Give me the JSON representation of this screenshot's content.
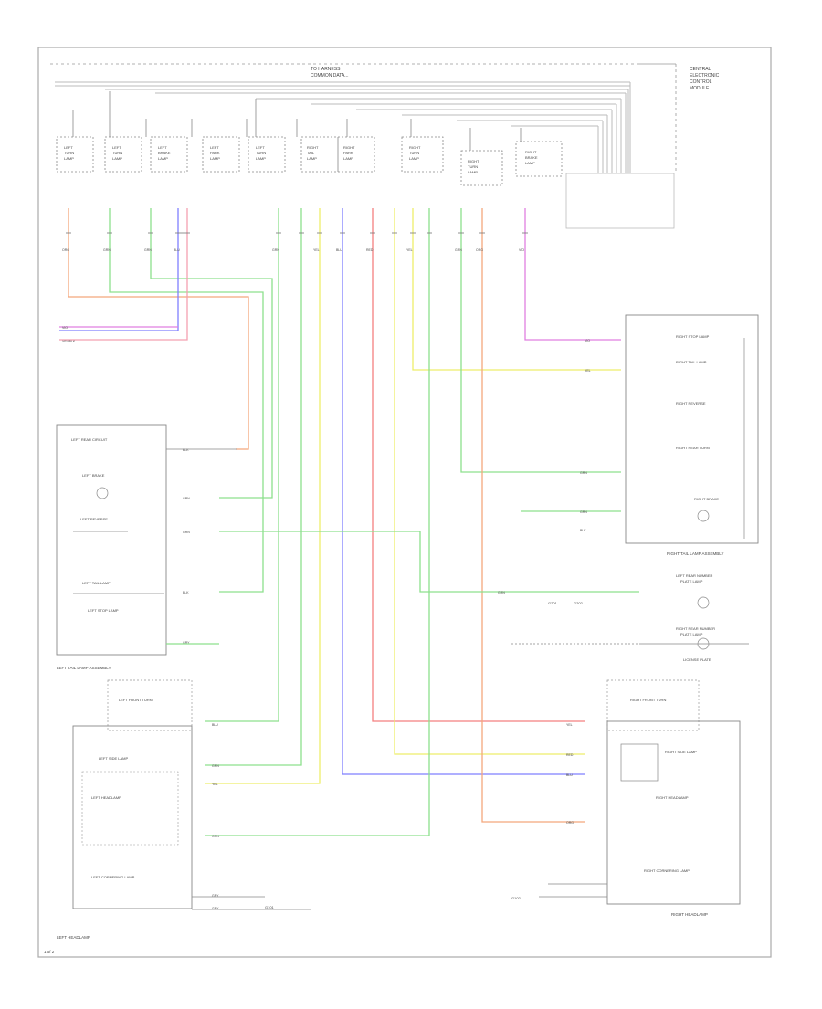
{
  "title": {
    "line1": "TO HARNESS",
    "line2": "COMMON DATA..."
  },
  "central_module": {
    "line1": "CENTRAL",
    "line2": "ELECTRONIC",
    "line3": "CONTROL",
    "line4": "MODULE"
  },
  "relays": [
    {
      "line1": "LEFT",
      "line2": "TURN",
      "line3": "LAMP"
    },
    {
      "line1": "LEFT",
      "line2": "TURN",
      "line3": "LAMP"
    },
    {
      "line1": "LEFT",
      "line2": "BRAKE",
      "line3": "LAMP"
    },
    {
      "line1": "LEFT",
      "line2": "PARK",
      "line3": "LAMP"
    },
    {
      "line1": "LEFT",
      "line2": "TURN",
      "line3": "LAMP"
    },
    {
      "line1": "RIGHT",
      "line2": "TAIL",
      "line3": "LAMP"
    },
    {
      "line1": "RIGHT",
      "line2": "PARK",
      "line3": "LAMP"
    },
    {
      "line1": "RIGHT",
      "line2": "TURN",
      "line3": "LAMP"
    },
    {
      "line1": "RIGHT",
      "line2": "TURN",
      "line3": "LAMP"
    },
    {
      "line1": "RIGHT",
      "line2": "BRAKE",
      "line3": "LAMP"
    }
  ],
  "left_tail_assembly": {
    "label": "LEFT TAIL LAMP ASSEMBLY",
    "box_title": "LEFT REAR CIRCUIT",
    "sub1": "LEFT BRAKE",
    "sub2": "LEFT REVERSE",
    "sub3": "LEFT TAIL LAMP",
    "sub4": "LEFT STOP LAMP"
  },
  "right_tail_assembly": {
    "label": "RIGHT TAIL LAMP ASSEMBLY",
    "sub1": "RIGHT STOP LAMP",
    "sub2": "RIGHT TAIL LAMP",
    "sub3": "RIGHT REVERSE",
    "sub4": "RIGHT REAR TURN",
    "sub5": "RIGHT BRAKE"
  },
  "right_number_plate": {
    "line1": "LEFT REAR NUMBER",
    "line2": "PLATE LAMP",
    "line3": "RIGHT REAR NUMBER",
    "line4": "PLATE LAMP",
    "line5": "LICENSE PLATE"
  },
  "left_headlamp": {
    "label": "LEFT HEADLAMP",
    "box_title": "LEFT FRONT TURN",
    "sub1": "LEFT SIDE LAMP",
    "sub2": "LEFT HEADLAMP",
    "sub3": "LEFT CORNERING LAMP"
  },
  "right_headlamp": {
    "label": "RIGHT HEADLAMP",
    "box_title": "RIGHT FRONT TURN",
    "sub1": "RIGHT SIDE LAMP",
    "sub2": "RIGHT HEADLAMP",
    "sub3": "RIGHT CORNERING LAMP"
  },
  "ground_points": {
    "g1": "G201",
    "g2": "G202",
    "g3": "G101",
    "g4": "G102"
  },
  "wire_labels": {
    "w_yel_blk": "YEL/BLK",
    "w_grn": "GRN",
    "w_vio": "VIO",
    "w_org": "ORG",
    "w_blk": "BLK",
    "w_red": "RED",
    "w_gry": "GRY",
    "w_blu": "BLU",
    "w_yel": "YEL"
  },
  "page_ref": "1 of 2",
  "colors": {
    "orange": "#f4a77c",
    "green": "#8de08d",
    "blue": "#7f7fff",
    "yellow": "#eded6a",
    "red": "#f47f7f",
    "magenta": "#e07fe0",
    "pink": "#f4a0b0",
    "black": "#555555"
  }
}
